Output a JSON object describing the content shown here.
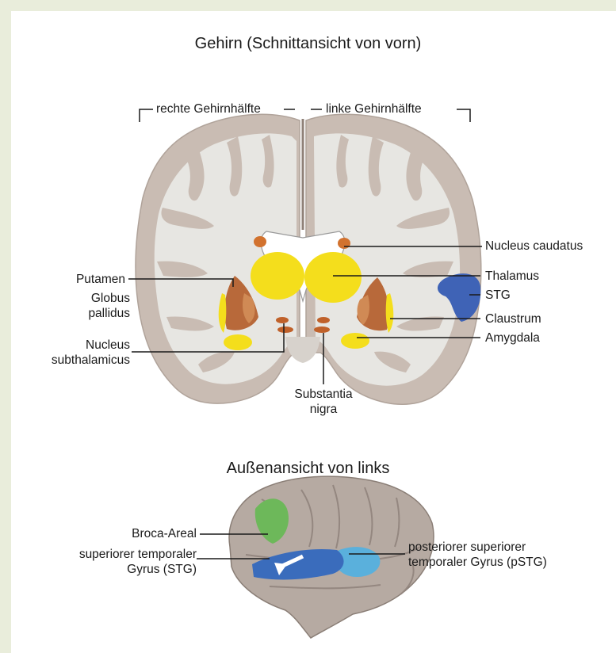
{
  "titles": {
    "coronal": "Gehirn (Schnittansicht von vorn)",
    "lateral": "Außenansicht von links"
  },
  "hemispheres": {
    "right": "rechte Gehirnhälfte",
    "left": "linke Gehirnhälfte"
  },
  "labels": {
    "putamen": "Putamen",
    "globus_1": "Globus",
    "globus_2": "pallidus",
    "nucleus_sub_1": "Nucleus",
    "nucleus_sub_2": "subthalamicus",
    "nucleus_caudatus": "Nucleus caudatus",
    "thalamus": "Thalamus",
    "stg": "STG",
    "claustrum": "Claustrum",
    "amygdala": "Amygdala",
    "substantia_1": "Substantia",
    "substantia_2": "nigra",
    "broca": "Broca-Areal",
    "sup_temp_1": "superiorer temporaler",
    "sup_temp_2": "Gyrus (STG)",
    "post_sup_1": "posteriorer superiorer",
    "post_sup_2": "temporaler Gyrus (pSTG)"
  },
  "colors": {
    "background": "#e9eddb",
    "cortex": "#c9bcb3",
    "white_matter": "#e9e9e6",
    "basal_ganglia_yellow": "#f4de1c",
    "putamen_brown": "#b8693a",
    "stg_blue": "#3f63b6",
    "broca_green": "#6db85a",
    "pstg_light_blue": "#5ab0dc"
  }
}
